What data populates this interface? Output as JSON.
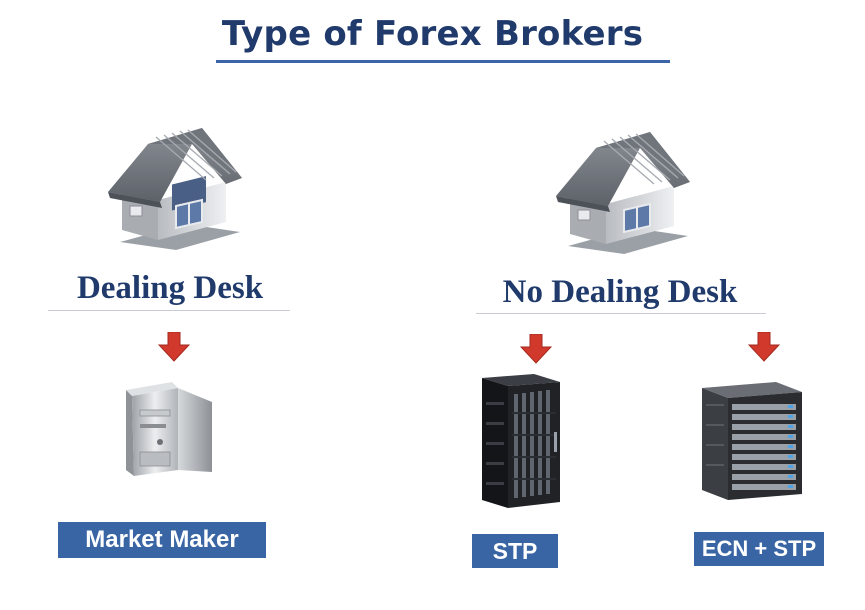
{
  "title": "Type of Forex Brokers",
  "categories": [
    {
      "heading": "Dealing Desk",
      "icon": "house-icon"
    },
    {
      "heading": "No Dealing Desk",
      "icon": "house-icon"
    }
  ],
  "brokers": [
    {
      "label": "Market Maker",
      "icon": "server-tower-icon"
    },
    {
      "label": "STP",
      "icon": "server-rack-icon"
    },
    {
      "label": "ECN + STP",
      "icon": "blade-server-icon"
    }
  ],
  "colors": {
    "title": "#1f3a6b",
    "label_bg": "#3a65a4",
    "arrow": "#d0392b"
  }
}
